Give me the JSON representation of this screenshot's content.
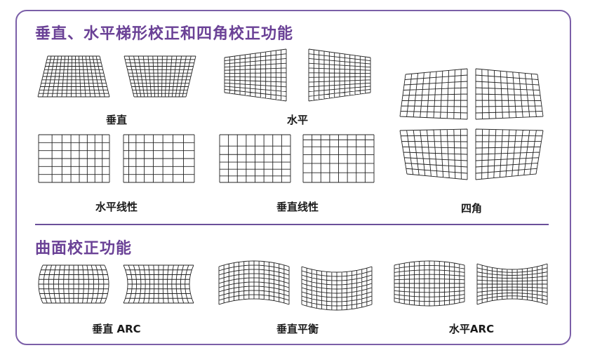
{
  "sections": {
    "keystone": {
      "title": "垂直、水平梯形校正和四角校正功能",
      "labels": {
        "vertical": "垂直",
        "horizontal": "水平",
        "h_linear": "水平线性",
        "v_linear": "垂直线性",
        "four_corner": "四角"
      }
    },
    "curved": {
      "title": "曲面校正功能",
      "labels": {
        "v_arc": "垂直 ARC",
        "v_balance": "垂直平衡",
        "h_arc": "水平ARC"
      }
    }
  }
}
